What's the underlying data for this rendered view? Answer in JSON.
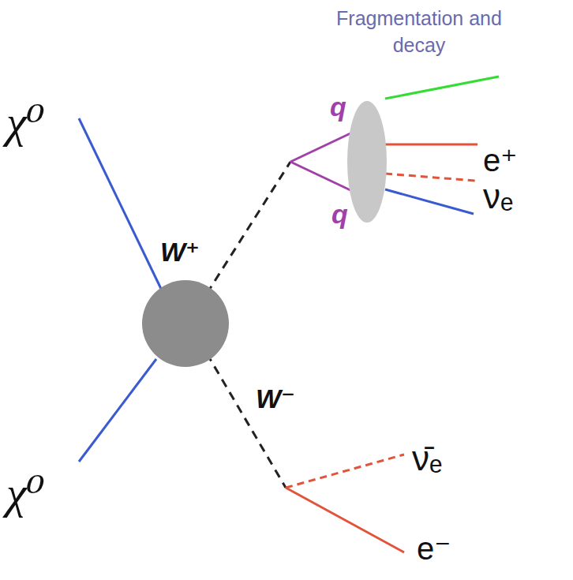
{
  "diagram": {
    "labels": [
      "Fragmentation and decay",
      "χ⁰",
      "χ⁰",
      "W⁺",
      "q",
      "q",
      "e⁺",
      "νₑ",
      "W⁻",
      "ν̄ₑ",
      "e⁻"
    ]
  }
}
